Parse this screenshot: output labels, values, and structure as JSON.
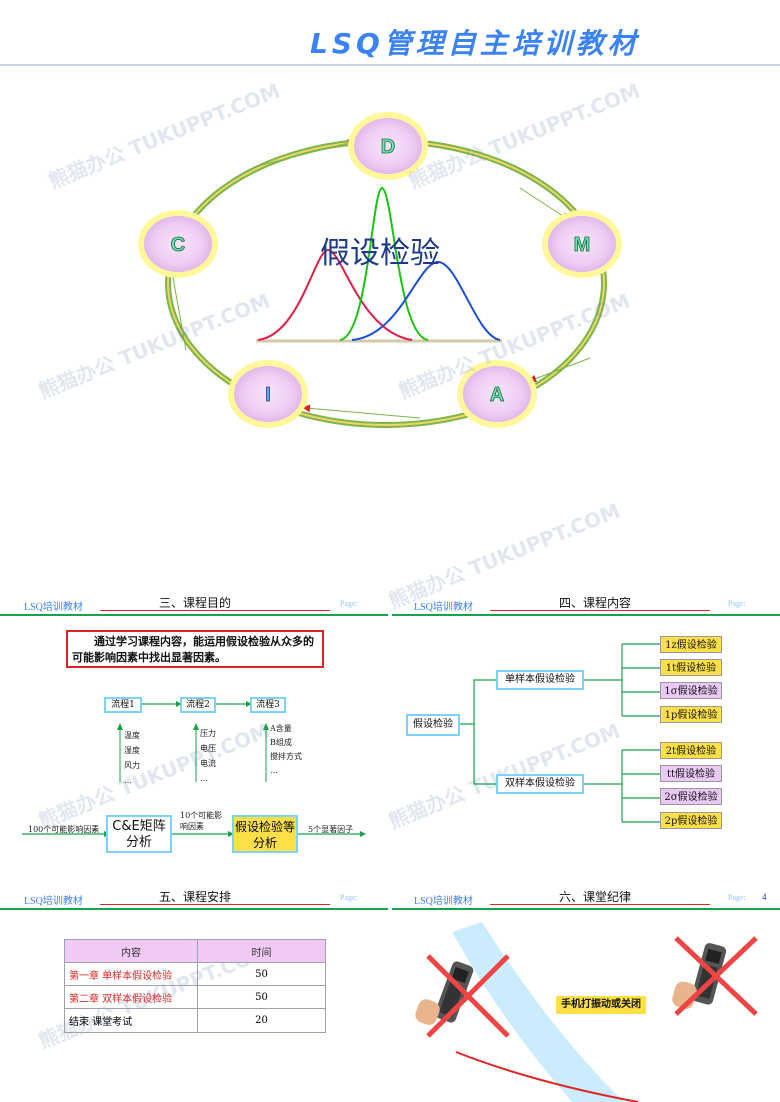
{
  "header": {
    "title": "LSQ管理自主培训教材"
  },
  "watermark": "熊猫办公 TUKUPPT.COM",
  "cycle": {
    "center_title": "假设检验",
    "nodes": [
      "D",
      "M",
      "A",
      "I",
      "C"
    ]
  },
  "slide3": {
    "left_label": "LSQ培训教材",
    "title": "三、课程目的",
    "page_label": "Page:",
    "purpose_text": "通过学习课程内容，能运用假设检验从众多的可能影响因素中找出显著因素。",
    "process1": "流程1",
    "process2": "流程2",
    "process3": "流程3",
    "factors1": [
      "温度",
      "湿度",
      "风力",
      "…"
    ],
    "factors2": [
      "压力",
      "电压",
      "电流",
      "…"
    ],
    "factors3": [
      "A含量",
      "B组成",
      "搅拌方式",
      "…"
    ],
    "flow_input": "100个可能影响因素",
    "matrix_box": "C&E矩阵分析",
    "flow_mid": "10个可能影响因素",
    "hypo_box": "假设检验等分析",
    "flow_output": "5个显著因子"
  },
  "slide4": {
    "left_label": "LSQ培训教材",
    "title": "四、课程内容",
    "page_label": "Page:",
    "root": "假设检验",
    "single": "单样本假设检验",
    "double": "双样本假设检验",
    "single_items": [
      "1z假设检验",
      "1t假设检验",
      "1σ假设检验",
      "1p假设检验"
    ],
    "double_items": [
      "2t假设检验",
      "tt假设检验",
      "2σ假设检验",
      "2p假设检验"
    ]
  },
  "slide5": {
    "left_label": "LSQ培训教材",
    "title": "五、课程安排",
    "page_label": "Page:",
    "headers": [
      "内容",
      "时间"
    ],
    "rows": [
      [
        "第一章  单样本假设检验",
        "50"
      ],
      [
        "第二章  双样本假设检验",
        "50"
      ],
      [
        "结束  课堂考试",
        "20"
      ]
    ]
  },
  "slide6": {
    "left_label": "LSQ培训教材",
    "title": "六、课堂纪律",
    "page_label": "Page:",
    "page_num": "4",
    "phone_note": "手机打振动或关闭"
  },
  "colors": {
    "accent_green": "#16a34a",
    "accent_blue": "#3b82f6",
    "accent_red": "#dc2626",
    "yellow": "#fde047",
    "lilac": "#e9c8f5"
  }
}
